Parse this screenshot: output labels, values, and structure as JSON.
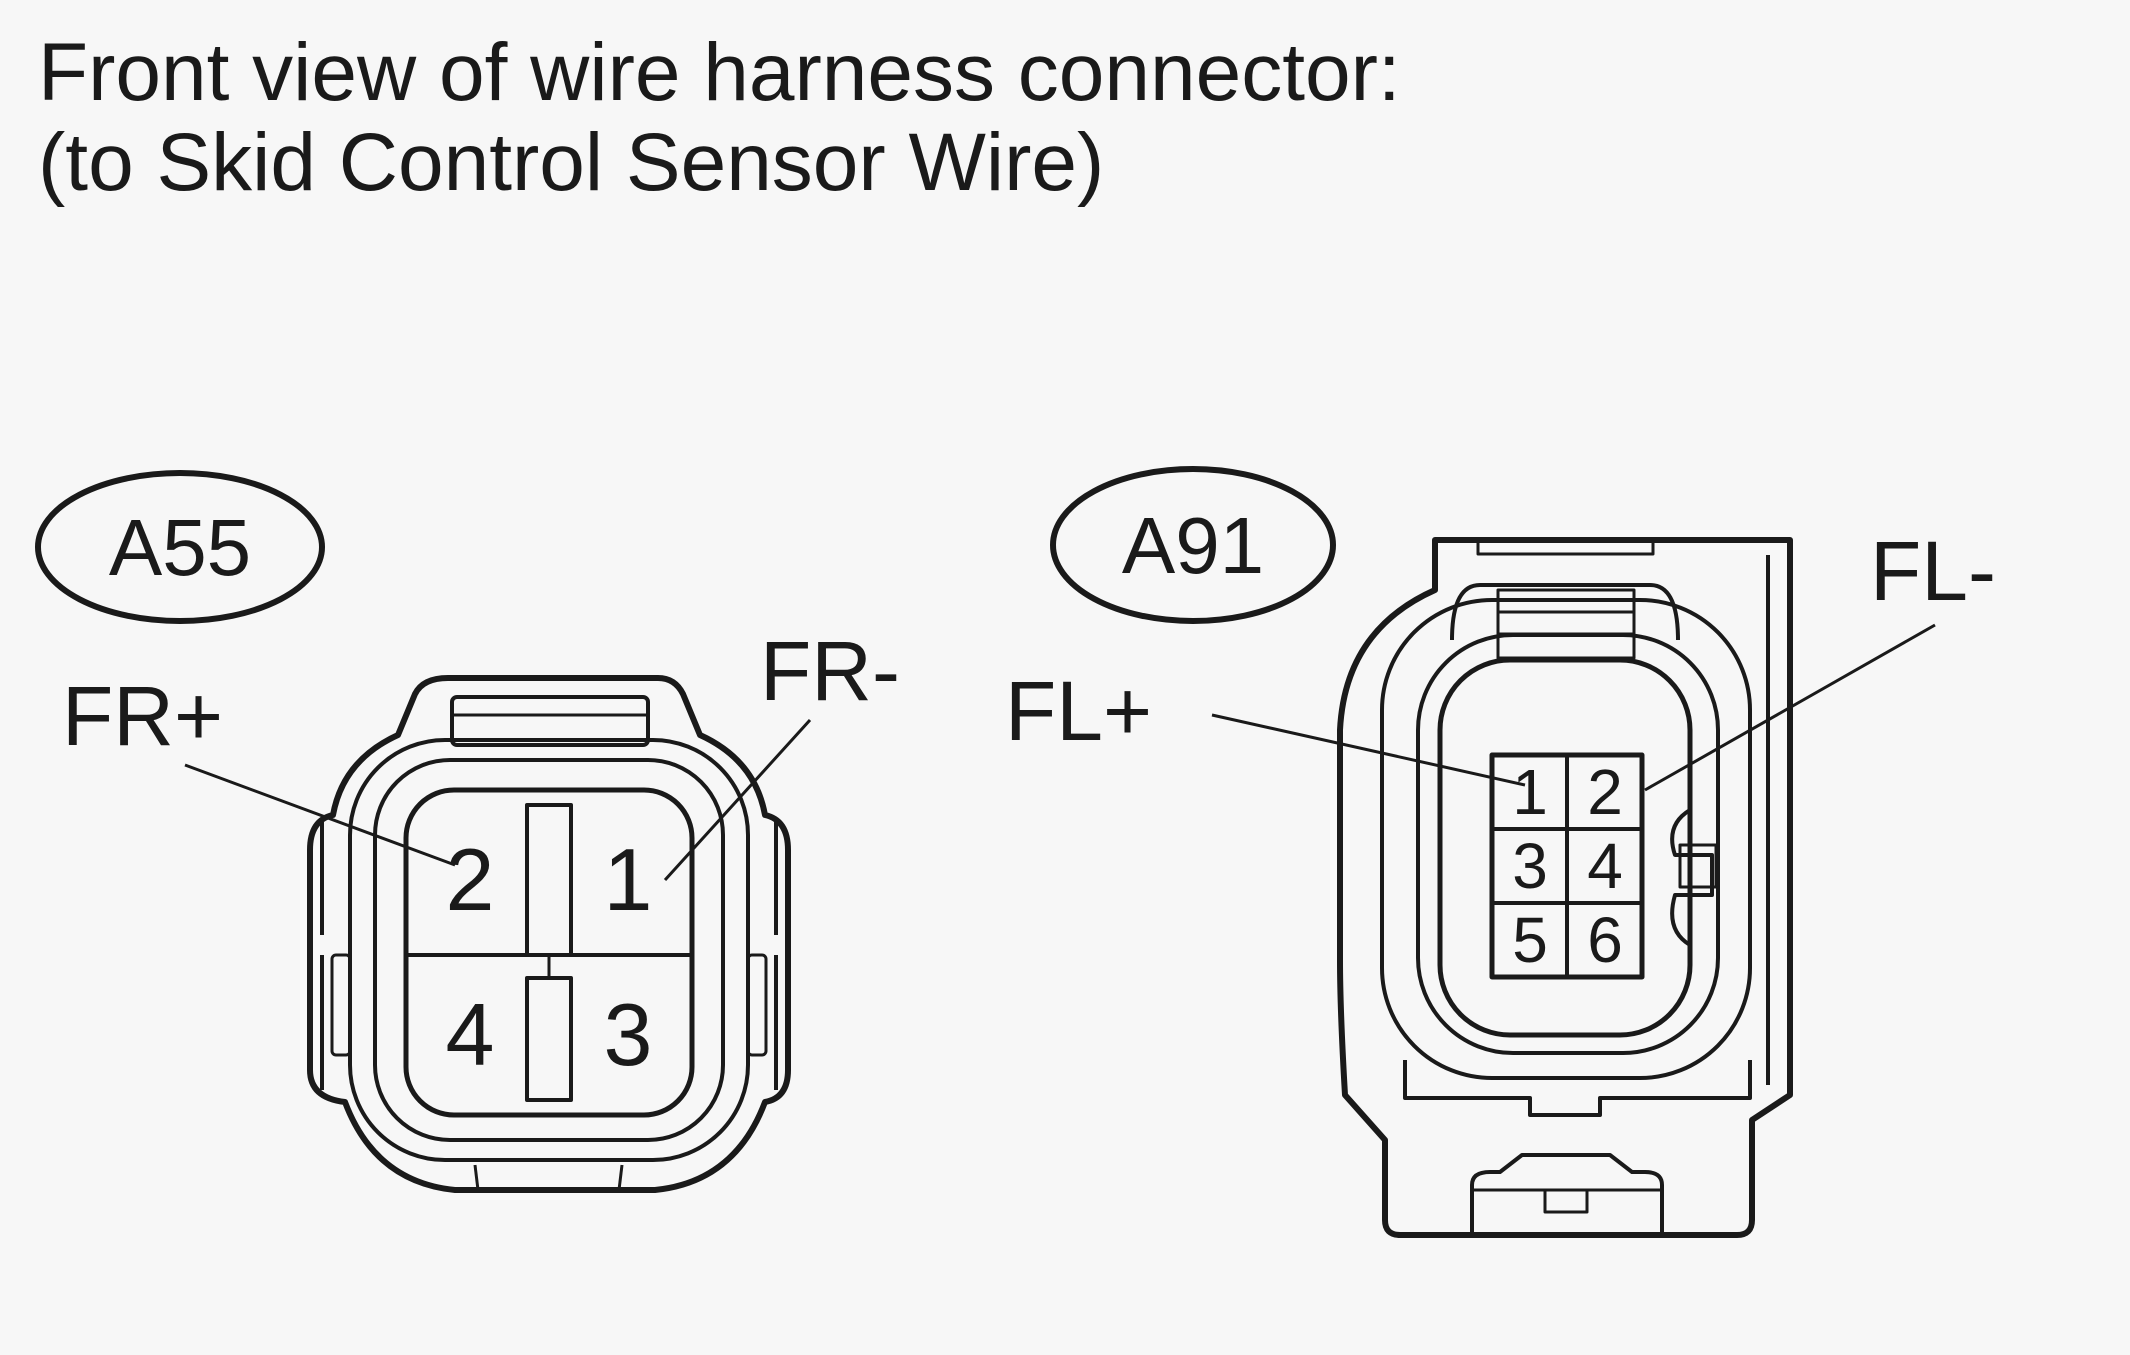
{
  "title": {
    "line1": "Front view of wire harness connector:",
    "line2": "(to Skid Control Sensor Wire)"
  },
  "connectors": [
    {
      "id": "A55",
      "pins": [
        "1",
        "2",
        "3",
        "4"
      ],
      "labels": {
        "minus": "FR-",
        "plus": "FR+"
      }
    },
    {
      "id": "A91",
      "pins": [
        "1",
        "2",
        "3",
        "4",
        "5",
        "6"
      ],
      "labels": {
        "minus": "FL-",
        "plus": "FL+"
      }
    }
  ],
  "colors": {
    "background": "#f7f7f7",
    "line": "#1a1a1a"
  }
}
